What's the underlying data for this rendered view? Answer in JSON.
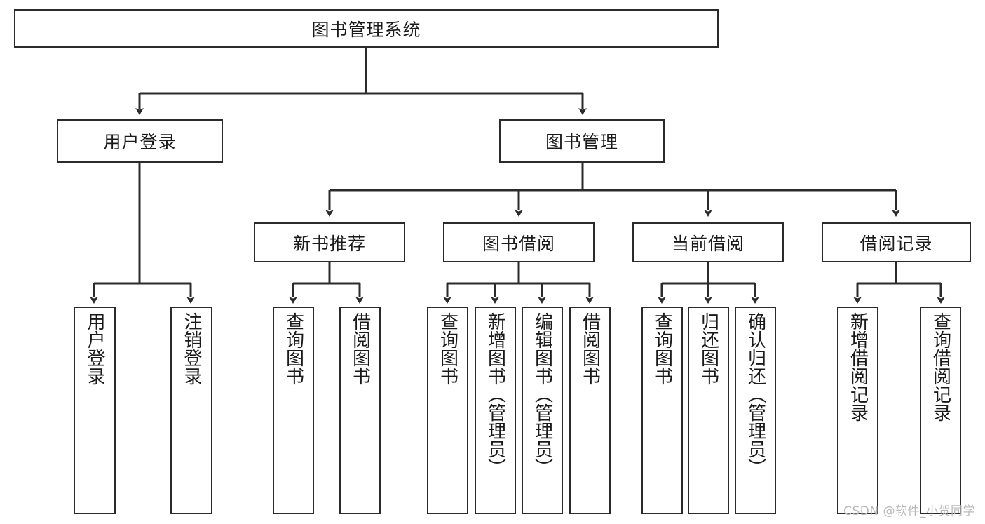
{
  "diagram": {
    "title": "图书管理系统",
    "watermark": "CSDN @软件_小贺同学",
    "type": "tree",
    "line_color": "#2b2b2b",
    "box_fill": "#ffffff",
    "text_color": "#1a1a1a",
    "nodes": {
      "root": {
        "label": "图书管理系统"
      },
      "login": {
        "label": "用户登录"
      },
      "book_mgmt": {
        "label": "图书管理"
      },
      "new_book_rec": {
        "label": "新书推荐"
      },
      "book_borrow": {
        "label": "图书借阅"
      },
      "current_borrow": {
        "label": "当前借阅"
      },
      "borrow_record": {
        "label": "借阅记录"
      },
      "leaf_user_login": {
        "label": "用户登录"
      },
      "leaf_user_logout": {
        "label": "注销登录"
      },
      "leaf_query_book_1": {
        "label": "查询图书"
      },
      "leaf_borrow_book_1": {
        "label": "借阅图书"
      },
      "leaf_query_book_2": {
        "label": "查询图书"
      },
      "leaf_add_book_admin": {
        "label": "新增图书（管理员）"
      },
      "leaf_edit_book_admin": {
        "label": "编辑图书（管理员）"
      },
      "leaf_borrow_book_2": {
        "label": "借阅图书"
      },
      "leaf_query_book_3": {
        "label": "查询图书"
      },
      "leaf_return_book": {
        "label": "归还图书"
      },
      "leaf_confirm_return_admin": {
        "label": "确认归还（管理员）"
      },
      "leaf_add_record": {
        "label": "新增借阅记录"
      },
      "leaf_query_record": {
        "label": "查询借阅记录"
      }
    },
    "edges": [
      {
        "from": "root",
        "to": "login"
      },
      {
        "from": "root",
        "to": "book_mgmt"
      },
      {
        "from": "login",
        "to": "leaf_user_login"
      },
      {
        "from": "login",
        "to": "leaf_user_logout"
      },
      {
        "from": "book_mgmt",
        "to": "new_book_rec"
      },
      {
        "from": "book_mgmt",
        "to": "book_borrow"
      },
      {
        "from": "book_mgmt",
        "to": "current_borrow"
      },
      {
        "from": "book_mgmt",
        "to": "borrow_record"
      },
      {
        "from": "new_book_rec",
        "to": "leaf_query_book_1"
      },
      {
        "from": "new_book_rec",
        "to": "leaf_borrow_book_1"
      },
      {
        "from": "book_borrow",
        "to": "leaf_query_book_2"
      },
      {
        "from": "book_borrow",
        "to": "leaf_add_book_admin"
      },
      {
        "from": "book_borrow",
        "to": "leaf_edit_book_admin"
      },
      {
        "from": "book_borrow",
        "to": "leaf_borrow_book_2"
      },
      {
        "from": "current_borrow",
        "to": "leaf_query_book_3"
      },
      {
        "from": "current_borrow",
        "to": "leaf_return_book"
      },
      {
        "from": "current_borrow",
        "to": "leaf_confirm_return_admin"
      },
      {
        "from": "borrow_record",
        "to": "leaf_add_record"
      },
      {
        "from": "borrow_record",
        "to": "leaf_query_record"
      }
    ]
  }
}
